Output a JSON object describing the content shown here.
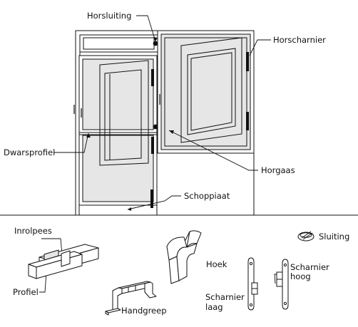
{
  "labels": {
    "horsluiting": "Horsluiting",
    "horscharnier": "Horscharnier",
    "dwarsprofiel": "Dwarsprofiel",
    "horgaas": "Horgaas",
    "schoppiaat": "Schoppiaat",
    "inrolpees": "Inrolpees",
    "profiel": "Profiel",
    "handgreep": "Handgreep",
    "hoek": "Hoek",
    "sluiting": "Sluiting",
    "scharnier_laag_line1": "Scharnier",
    "scharnier_laag_line2": "laag",
    "scharnier_hoog_line1": "Scharnier",
    "scharnier_hoog_line2": "hoog"
  },
  "colors": {
    "line": "#111111",
    "mesh": "#e6e6e6",
    "hinge": "#111111",
    "background": "#ffffff"
  }
}
